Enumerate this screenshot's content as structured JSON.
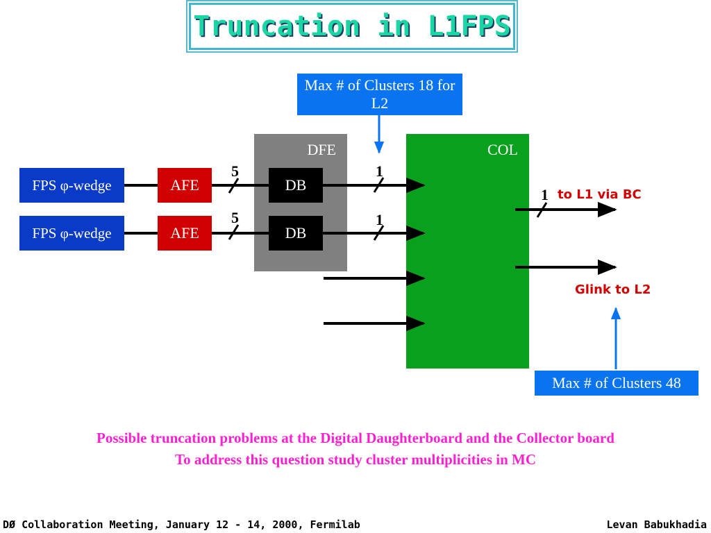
{
  "title": "Truncation in L1FPS",
  "diagram": {
    "max_clusters_l2": "Max # of Clusters 18 for L2",
    "dfe_label": "DFE",
    "col_label": "COL",
    "wedge_1": "FPS φ-wedge",
    "wedge_2": "FPS φ-wedge",
    "afe_1": "AFE",
    "afe_2": "AFE",
    "db_1": "DB",
    "db_2": "DB",
    "bus_afe_db_1": "5",
    "bus_afe_db_2": "5",
    "bus_db_col_1": "1",
    "bus_db_col_2": "1",
    "bus_out_l1": "1",
    "to_l1_label": "to L1 via BC",
    "glink_label": "Glink to L2",
    "max_clusters_48": "Max # of Clusters 48",
    "colors": {
      "title": "#19d6a3",
      "blue_box": "#0a73f0",
      "wedge_box": "#0a3ac8",
      "afe_box": "#d00000",
      "dfe_box": "#808080",
      "col_box": "#08a01c",
      "caption": "#ff1fd0",
      "red_label": "#d40000"
    }
  },
  "caption": {
    "line1": "Possible truncation problems at the Digital Daughterboard and the Collector board",
    "line2": "To address this question study cluster multiplicities in MC"
  },
  "footer": {
    "left": "DØ Collaboration Meeting, January 12 - 14, 2000, Fermilab",
    "right": "Levan Babukhadia"
  }
}
